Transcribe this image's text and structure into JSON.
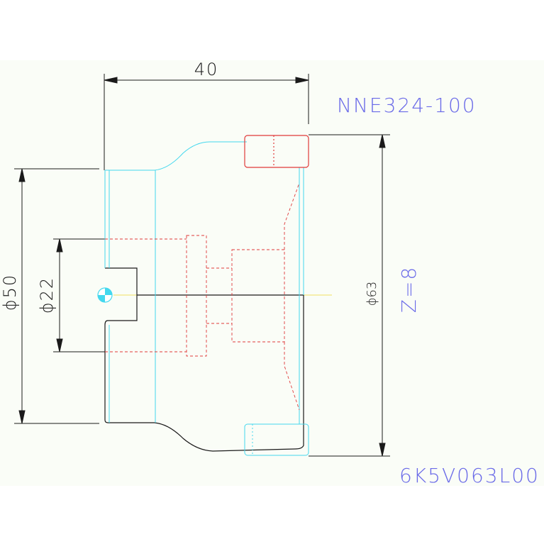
{
  "drawing": {
    "part_number": "NNE324-100",
    "drawing_code": "6K5V063L00",
    "teeth_label": "Z=8",
    "dim_length": "40",
    "dim_outer": "ϕ50",
    "dim_bore": "ϕ22",
    "dim_pitch": "ϕ63"
  },
  "colors": {
    "background": "#fafdf7",
    "outline": "#1a1a1a",
    "cyan": "#44d8ee",
    "red": "#e03a3a",
    "centerline": "#f0e060",
    "label_blue": "#6a6ae8"
  }
}
